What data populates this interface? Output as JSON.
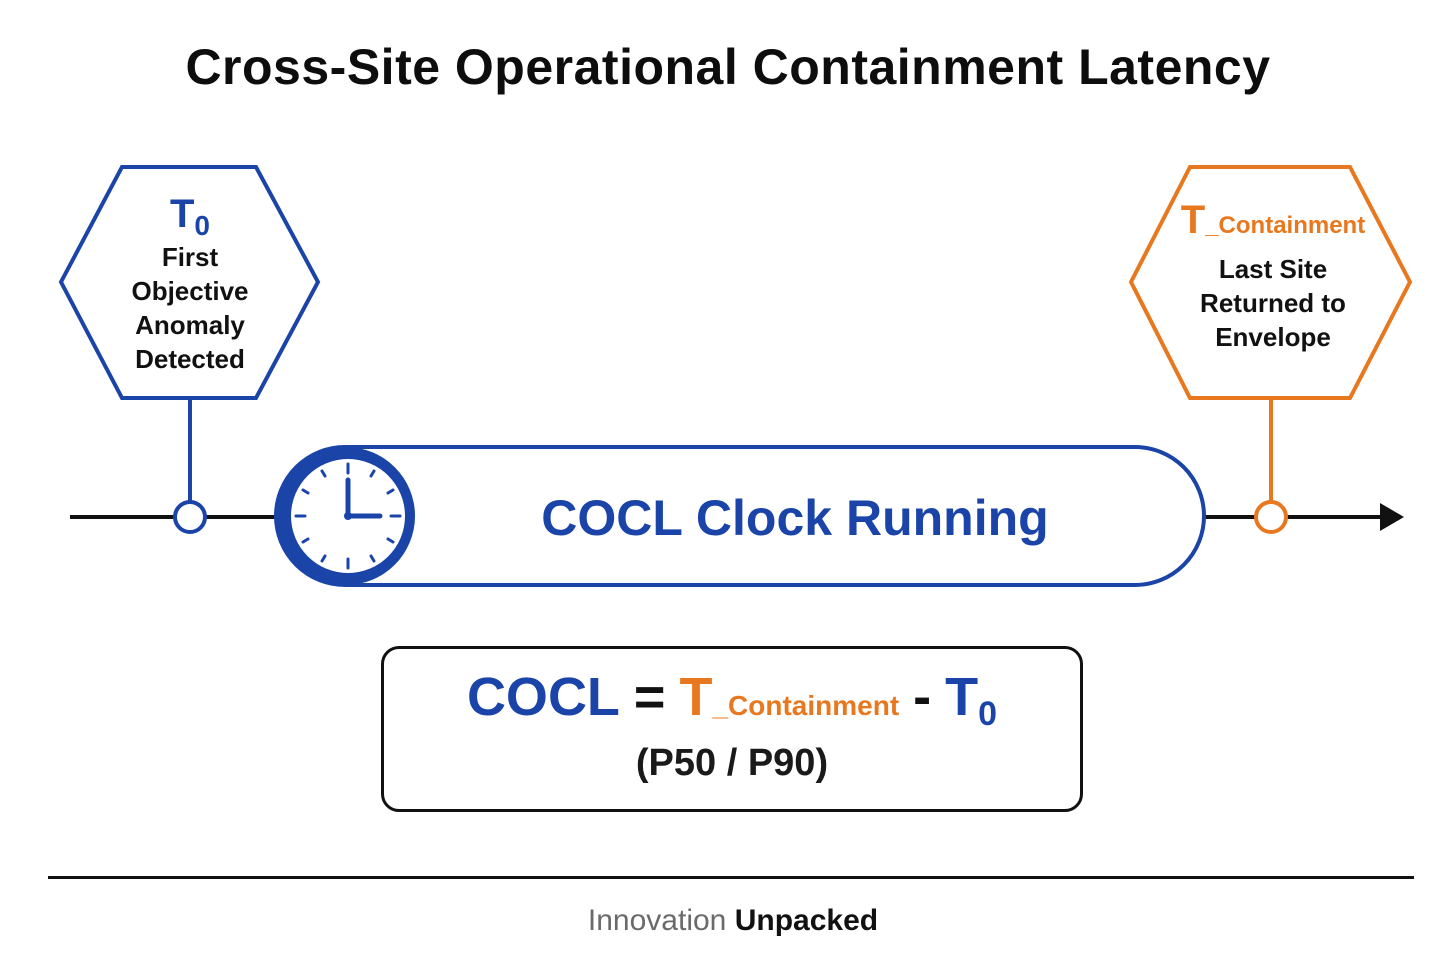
{
  "title": "Cross-Site Operational Containment Latency",
  "start_event": {
    "symbol": "T",
    "symbol_sub": "0",
    "lines": [
      "First",
      "Objective",
      "Anomaly",
      "Detected"
    ]
  },
  "end_event": {
    "symbol": "T",
    "symbol_sub": "_Containment",
    "lines": [
      "Last Site",
      "Returned to",
      "Envelope"
    ]
  },
  "clock_label": "COCL Clock Running",
  "formula": {
    "lhs": "COCL",
    "equals": "=",
    "term1": "T",
    "term1_sub": "_Containment",
    "minus": "-",
    "term2": "T",
    "term2_sub": "0",
    "percentiles": "(P50 / P90)"
  },
  "footer": {
    "brand_light": "Innovation",
    "brand_bold": "Unpacked"
  },
  "colors": {
    "blue": "#1a44a8",
    "orange": "#e8781f",
    "black": "#111111"
  }
}
